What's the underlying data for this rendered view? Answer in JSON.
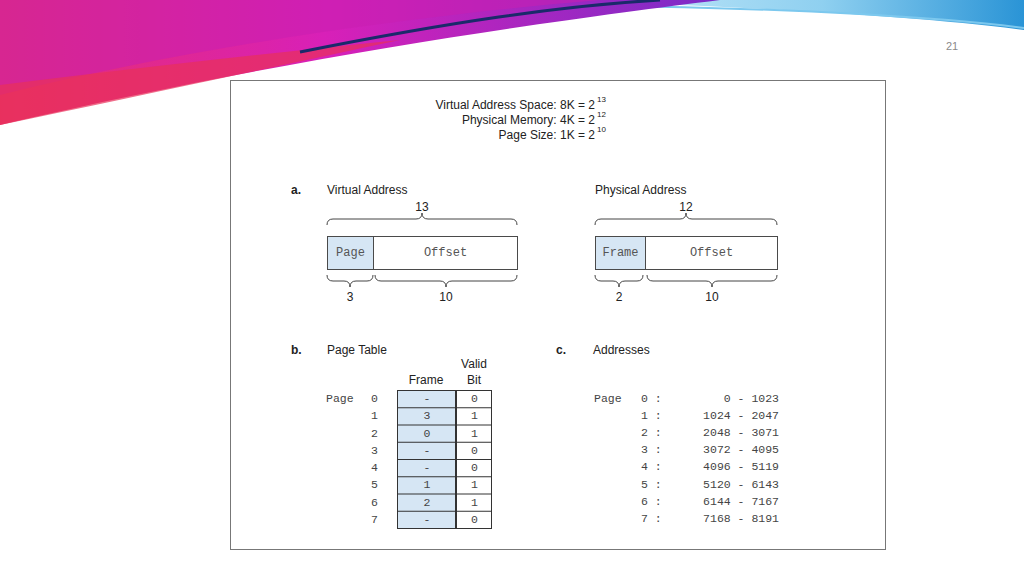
{
  "diagram": {
    "nodes": [
      {
        "text": [
          "Page"
        ]
      },
      {
        "text": [
          "Offset"
        ]
      },
      {
        "text": [
          "Frame"
        ]
      },
      {
        "text": [
          "Offset"
        ]
      }
    ],
    "labels": [
      "21",
      "Virtual Address Space: 8K = 2",
      "13",
      "Physical Memory: 4K = 2",
      "12",
      "Page Size: 1K = 2",
      "10",
      "a.",
      "Virtual Address",
      "13",
      "3",
      "10",
      "Physical Address",
      "12",
      "2",
      "10",
      "b.",
      "Page Table",
      "Frame",
      "Valid Bit",
      "Page",
      "0",
      "1",
      "2",
      "3",
      "4",
      "5",
      "6",
      "7",
      "-",
      "0",
      "3",
      "1",
      "0",
      "1",
      "-",
      "0",
      "-",
      "0",
      "1",
      "1",
      "2",
      "1",
      "-",
      "0",
      "c.",
      "Addresses",
      "Page",
      "0 :",
      "0 - 1023",
      "1 :",
      "1024 - 2047",
      "2 :",
      "2048 - 3071",
      "3 :",
      "3072 - 4095",
      "4 :",
      "4096 - 5119",
      "5 :",
      "5120 - 6143",
      "6 :",
      "6144 - 7167",
      "7 :",
      "7168 - 8191"
    ]
  }
}
